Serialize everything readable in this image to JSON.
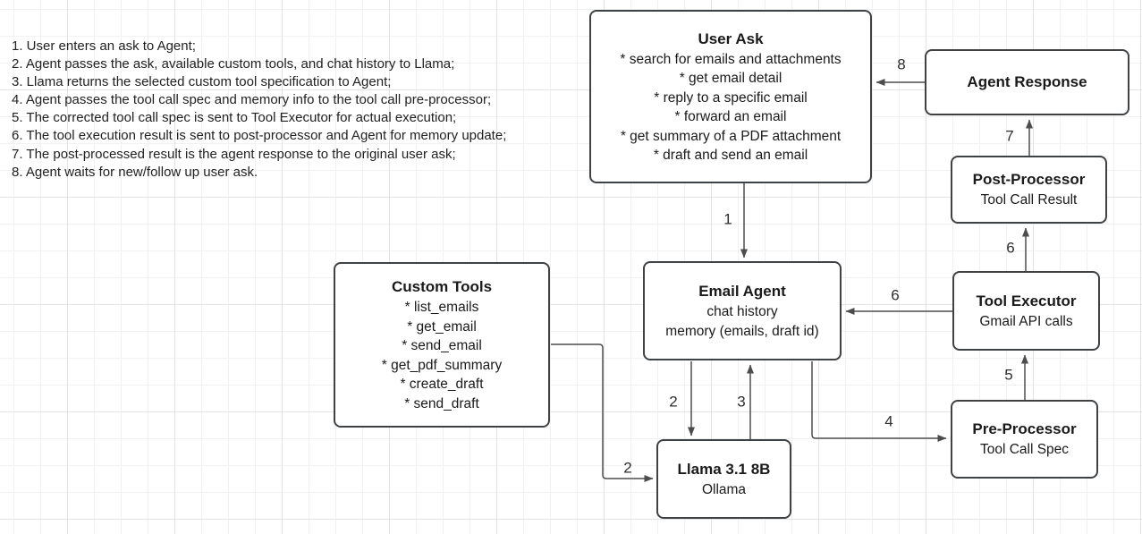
{
  "notes": {
    "items": [
      "1. User enters an ask to Agent;",
      "2. Agent passes the ask, available custom tools, and chat history to Llama;",
      "3. Llama returns the selected custom tool specification to Agent;",
      "4. Agent passes the tool call spec and memory info to the tool call pre-processor;",
      "5. The corrected tool call spec is sent to Tool Executor for actual execution;",
      "6. The tool execution result is sent to post-processor and Agent for memory update;",
      "7. The post-processed result is the agent response to the original user ask;",
      "8. Agent waits for new/follow up user ask."
    ]
  },
  "nodes": {
    "user_ask": {
      "title": "User Ask",
      "lines": [
        "* search for emails and attachments",
        "* get email detail",
        "* reply to a specific email",
        "* forward an email",
        "* get summary of a PDF attachment",
        "* draft and send an email"
      ]
    },
    "agent_response": {
      "title": "Agent Response"
    },
    "post_processor": {
      "title": "Post-Processor",
      "subtitle": "Tool Call Result"
    },
    "tool_executor": {
      "title": "Tool Executor",
      "subtitle": "Gmail API calls"
    },
    "pre_processor": {
      "title": "Pre-Processor",
      "subtitle": "Tool Call Spec"
    },
    "email_agent": {
      "title": "Email Agent",
      "lines": [
        "chat history",
        "memory (emails, draft id)"
      ]
    },
    "custom_tools": {
      "title": "Custom Tools",
      "lines": [
        "* list_emails",
        "* get_email",
        "* send_email",
        "* get_pdf_summary",
        "* create_draft",
        "* send_draft"
      ]
    },
    "llama": {
      "title": "Llama 3.1 8B",
      "subtitle": "Ollama"
    }
  },
  "edge_labels": {
    "step1": "1",
    "step2_agent_to_llama": "2",
    "step2_tools_to_llama": "2",
    "step3": "3",
    "step4": "4",
    "step5": "5",
    "step6_to_email_agent": "6",
    "step6_to_post_processor": "6",
    "step7": "7",
    "step8": "8"
  },
  "colors": {
    "bg": "#ffffff",
    "grid-minor": "#f1f1f1",
    "grid-major": "#e3e3e3",
    "stroke": "#4d4d4d",
    "node-border": "#3f4245",
    "text": "#1a1a1a"
  }
}
